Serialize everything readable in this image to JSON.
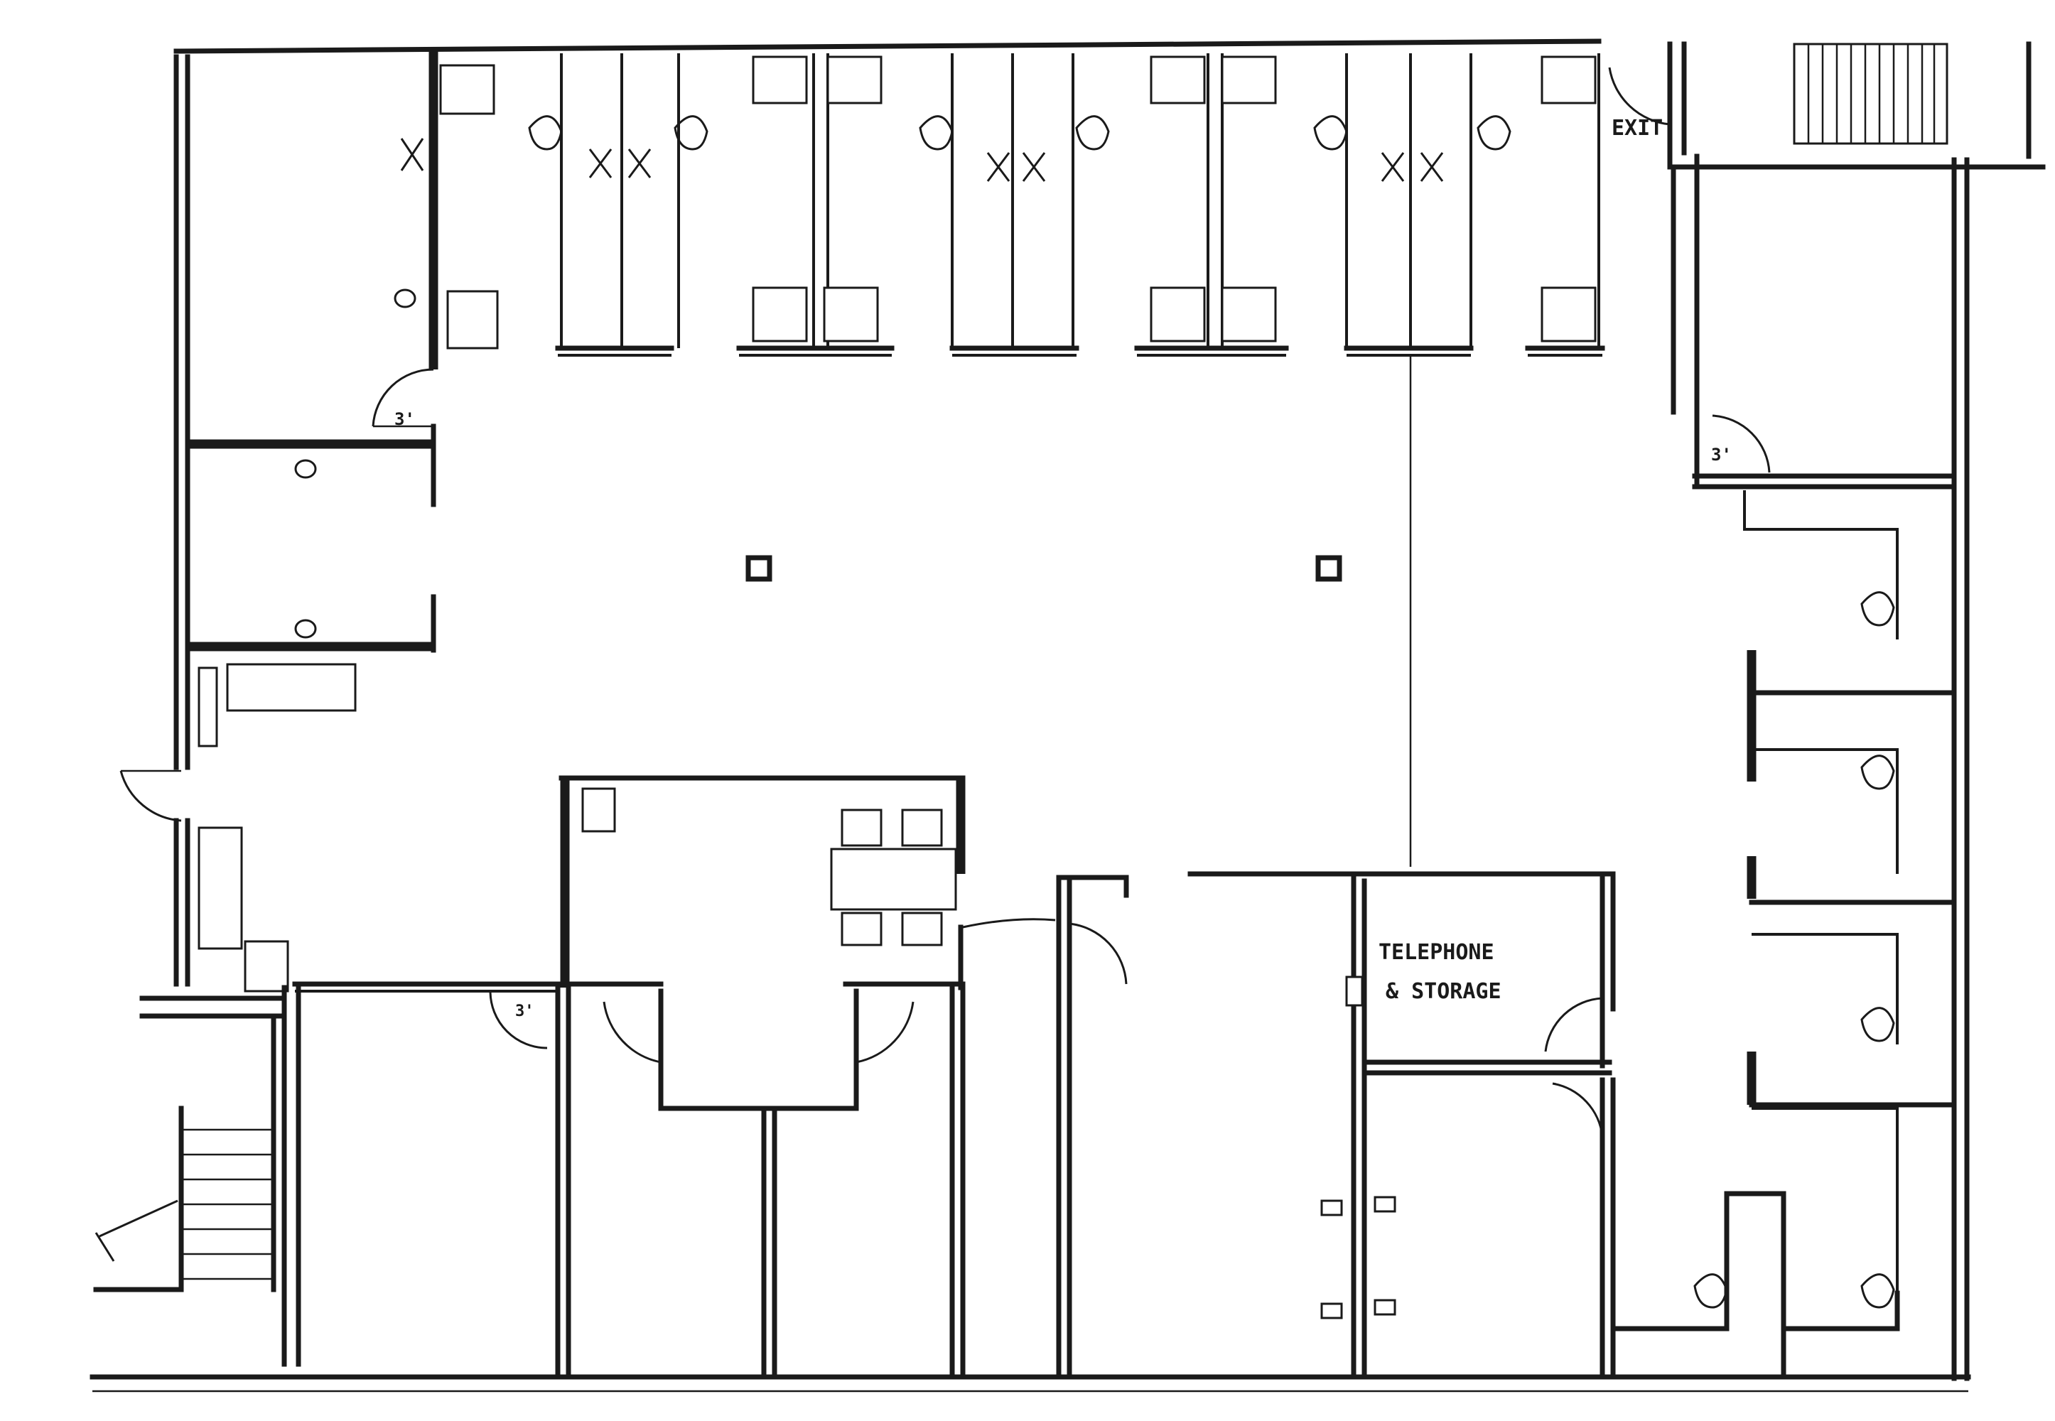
{
  "labels": {
    "exit": "EXIT",
    "telephone": "TELEPHONE",
    "storage": "& STORAGE",
    "door_left": "3'",
    "door_right": "3'",
    "door_bottom": "3'"
  }
}
